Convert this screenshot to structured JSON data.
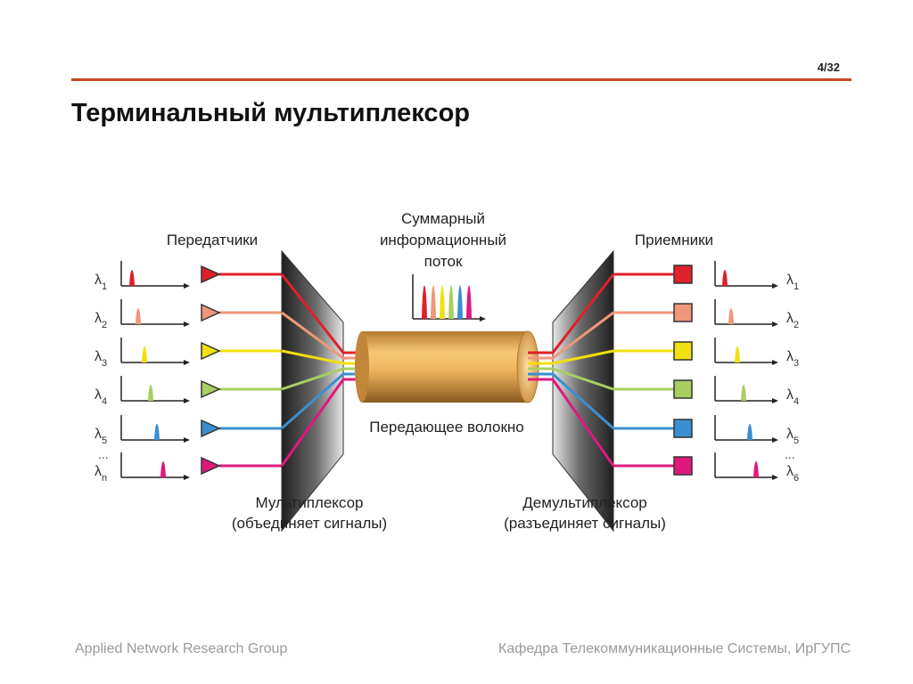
{
  "slide": {
    "page_number": "4/32",
    "title": "Терминальный мультиплексор",
    "footer_left": "Applied Network Research Group",
    "footer_right": "Кафедра Телекоммуникационные Системы, ИрГУПС"
  },
  "diagram": {
    "transmitters_label": "Передатчики",
    "receivers_label": "Приемники",
    "stream_label_lines": [
      "Суммарный",
      "информационный",
      "поток"
    ],
    "fiber_label": "Передающее волокно",
    "mux_label_lines": [
      "Мультиплексор",
      "(объединяет сигналы)"
    ],
    "demux_label_lines": [
      "Демультиплексор",
      "(разъединяет сигналы)"
    ],
    "ellipsis": "...",
    "lambda_symbol": "λ",
    "channel_colors": [
      "#e0202a",
      "#f0967a",
      "#f0e010",
      "#a8cf60",
      "#3a8fd0",
      "#e0187e"
    ],
    "left_subscripts": [
      "1",
      "2",
      "3",
      "4",
      "5",
      "n"
    ],
    "right_subscripts": [
      "1",
      "2",
      "3",
      "4",
      "5",
      "6"
    ]
  }
}
